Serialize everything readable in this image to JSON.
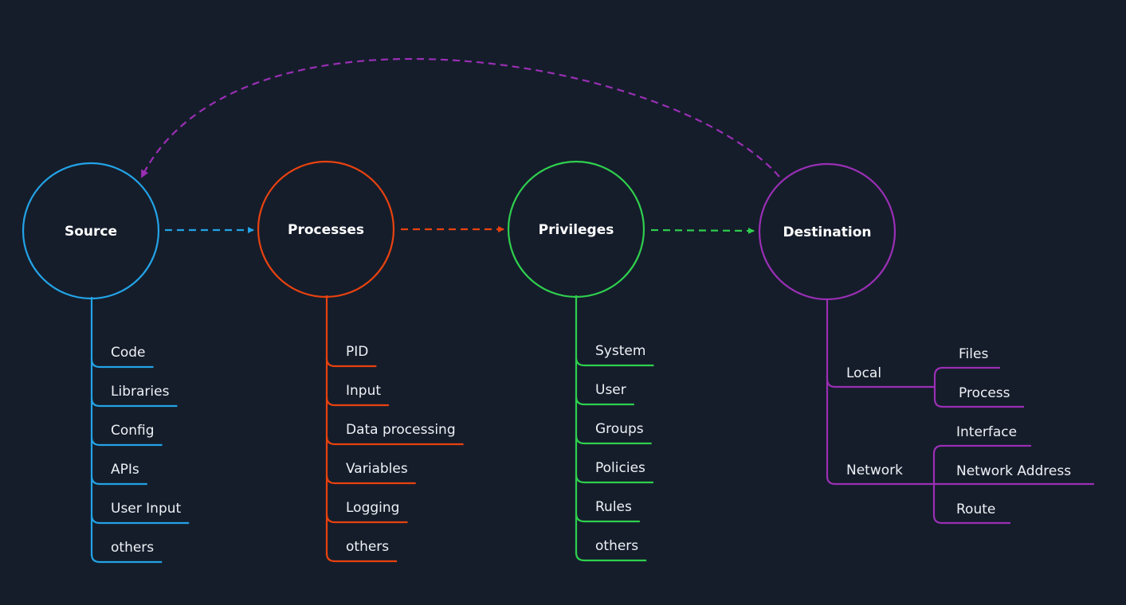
{
  "colors": {
    "background": "#151d2b",
    "source": "#23a3e6",
    "processes": "#e8420f",
    "privileges": "#2fcf4d",
    "destination": "#9a2fb4"
  },
  "nodes": {
    "source": {
      "label": "Source",
      "items": [
        "Code",
        "Libraries",
        "Config",
        "APIs",
        "User Input",
        "others"
      ]
    },
    "processes": {
      "label": "Processes",
      "items": [
        "PID",
        "Input",
        "Data processing",
        "Variables",
        "Logging",
        "others"
      ]
    },
    "privileges": {
      "label": "Privileges",
      "items": [
        "System",
        "User",
        "Groups",
        "Policies",
        "Rules",
        "others"
      ]
    },
    "destination": {
      "label": "Destination",
      "local": {
        "label": "Local",
        "items": [
          "Files",
          "Process"
        ]
      },
      "network": {
        "label": "Network",
        "items": [
          "Interface",
          "Network Address",
          "Route"
        ]
      }
    }
  }
}
